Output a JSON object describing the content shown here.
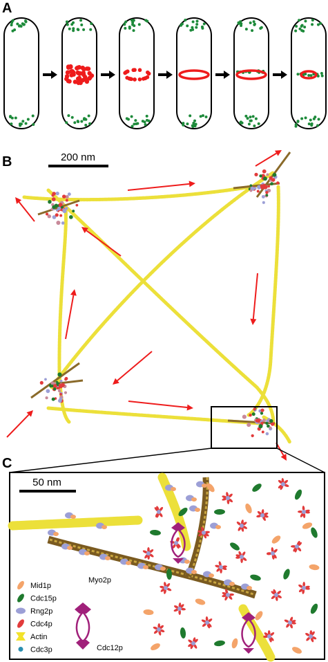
{
  "panels": {
    "a": {
      "label": "A"
    },
    "b": {
      "label": "B",
      "scale_bar": "200 nm"
    },
    "c": {
      "label": "C",
      "scale_bar": "50 nm",
      "myosin_label": "Myo2p",
      "formin_label": "Cdc12p"
    }
  },
  "legend": [
    {
      "name": "Mid1p",
      "color": "#f4a46a"
    },
    {
      "name": "Cdc15p",
      "color": "#1f7a2e"
    },
    {
      "name": "Rng2p",
      "color": "#9c9fd6"
    },
    {
      "name": "Cdc4p",
      "color": "#e23b3b"
    },
    {
      "name": "Actin",
      "color": "#f2e22a"
    },
    {
      "name": "Cdc3p",
      "color": "#2a8fb0"
    }
  ],
  "colors": {
    "cell_outline": "#000000",
    "green_dots": "#1d8a3a",
    "red_node": "#ee1c1c",
    "actin": "#ece03a",
    "myosin_rod": "#8a6a2a",
    "formin": "#a0207a"
  }
}
